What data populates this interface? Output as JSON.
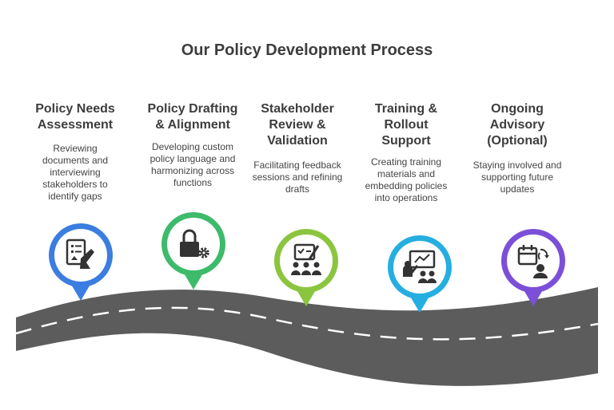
{
  "title": "Our Policy Development Process",
  "steps": [
    {
      "title": "Policy Needs\nAssessment",
      "desc": "Reviewing\ndocuments and\ninterviewing\nstakeholders to\nidentify gaps",
      "color": "#3b7de0",
      "icon": "document-hand-icon"
    },
    {
      "title": "Policy Drafting\n& Alignment",
      "desc": "Developing custom\npolicy language and\nharmonizing across\nfunctions",
      "color": "#3dbb6b",
      "icon": "lock-gear-icon"
    },
    {
      "title": "Stakeholder\nReview &\nValidation",
      "desc": "Facilitating feedback\nsessions and refining\ndrafts",
      "color": "#8bc53f",
      "icon": "group-checklist-icon"
    },
    {
      "title": "Training &\nRollout\nSupport",
      "desc": "Creating training\nmaterials and\nembedding policies\ninto operations",
      "color": "#25aee0",
      "icon": "presentation-icon"
    },
    {
      "title": "Ongoing\nAdvisory\n(Optional)",
      "desc": "Staying involved and\nsupporting future\nupdates",
      "color": "#7c4fd8",
      "icon": "calendar-support-icon"
    }
  ]
}
